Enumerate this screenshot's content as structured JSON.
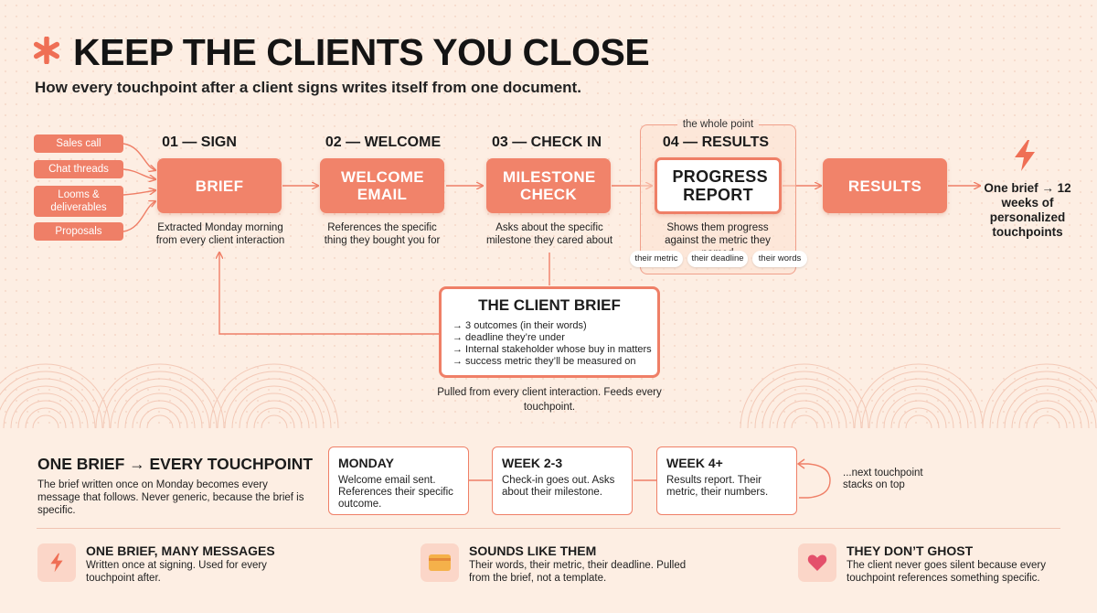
{
  "header": {
    "title": "KEEP THE CLIENTS YOU CLOSE",
    "subtitle": "How every touchpoint after a client signs writes itself from one document."
  },
  "sources": [
    "Sales call",
    "Chat threads",
    "Looms & deliverables",
    "Proposals"
  ],
  "steps": [
    {
      "label": "01 — SIGN",
      "box": "BRIEF",
      "caption": "Extracted Monday morning from every client interaction"
    },
    {
      "label": "02 — WELCOME",
      "box": "WELCOME EMAIL",
      "caption": "References the specific thing they bought you for"
    },
    {
      "label": "03 — CHECK IN",
      "box": "MILESTONE CHECK",
      "caption": "Asks about the specific milestone they cared about"
    },
    {
      "label": "04 — RESULTS",
      "box": "PROGRESS REPORT",
      "caption": "Shows them progress against the metric they named"
    }
  ],
  "whole_point": "the whole point",
  "tags": [
    "their metric",
    "their deadline",
    "their words"
  ],
  "results_box": "RESULTS",
  "outcome": "One brief → 12 weeks of personalized touchpoints",
  "client_brief": {
    "title": "THE CLIENT BRIEF",
    "items": [
      "→ 3 outcomes (in their words)",
      "→ deadline they’re under",
      "→ Internal stakeholder whose buy in matters",
      "→ success metric they’ll be measured on"
    ],
    "caption": "Pulled from every client interaction. Feeds every touchpoint."
  },
  "timeline": {
    "title": "ONE BRIEF → EVERY TOUCHPOINT",
    "description": "The brief written once on Monday becomes every message that follows. Never generic, because the brief is specific.",
    "cards": [
      {
        "title": "MONDAY",
        "text": "Welcome email sent. References their specific outcome."
      },
      {
        "title": "WEEK 2-3",
        "text": "Check-in goes out. Asks about their milestone."
      },
      {
        "title": "WEEK 4+",
        "text": "Results report. Their metric, their numbers."
      }
    ],
    "next": "...next touchpoint stacks on top"
  },
  "features": [
    {
      "icon": "bolt-icon",
      "title": "ONE BRIEF, MANY MESSAGES",
      "text": "Written once at signing. Used for every touchpoint after."
    },
    {
      "icon": "card-icon",
      "title": "SOUNDS LIKE THEM",
      "text": "Their words, their metric, their deadline. Pulled from the brief, not a template."
    },
    {
      "icon": "heart-icon",
      "title": "THEY DON’T GHOST",
      "text": "The client never goes silent because every touchpoint references something specific."
    }
  ],
  "colors": {
    "accent": "#ef7f67",
    "background": "#fdeee3",
    "text": "#1c1c1c"
  }
}
